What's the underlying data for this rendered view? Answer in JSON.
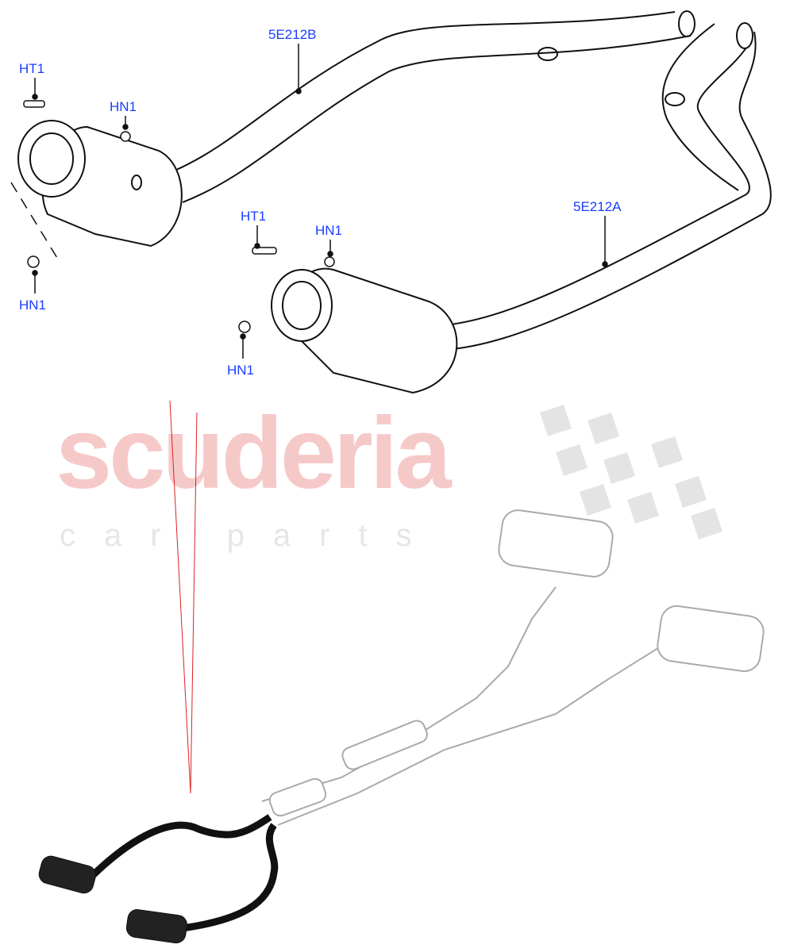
{
  "diagram": {
    "callouts": [
      {
        "id": "ht1-a",
        "text": "HT1"
      },
      {
        "id": "hn1-a",
        "text": "HN1"
      },
      {
        "id": "hn1-b",
        "text": "HN1"
      },
      {
        "id": "5e212b",
        "text": "5E212B"
      },
      {
        "id": "5e212a",
        "text": "5E212A"
      },
      {
        "id": "ht1-b",
        "text": "HT1"
      },
      {
        "id": "hn1-c",
        "text": "HN1"
      },
      {
        "id": "hn1-d",
        "text": "HN1"
      }
    ],
    "label_color": "#1a3cff",
    "watermark": {
      "main": "scuderia",
      "sub": "car parts",
      "color": "#f6c9c9"
    }
  }
}
